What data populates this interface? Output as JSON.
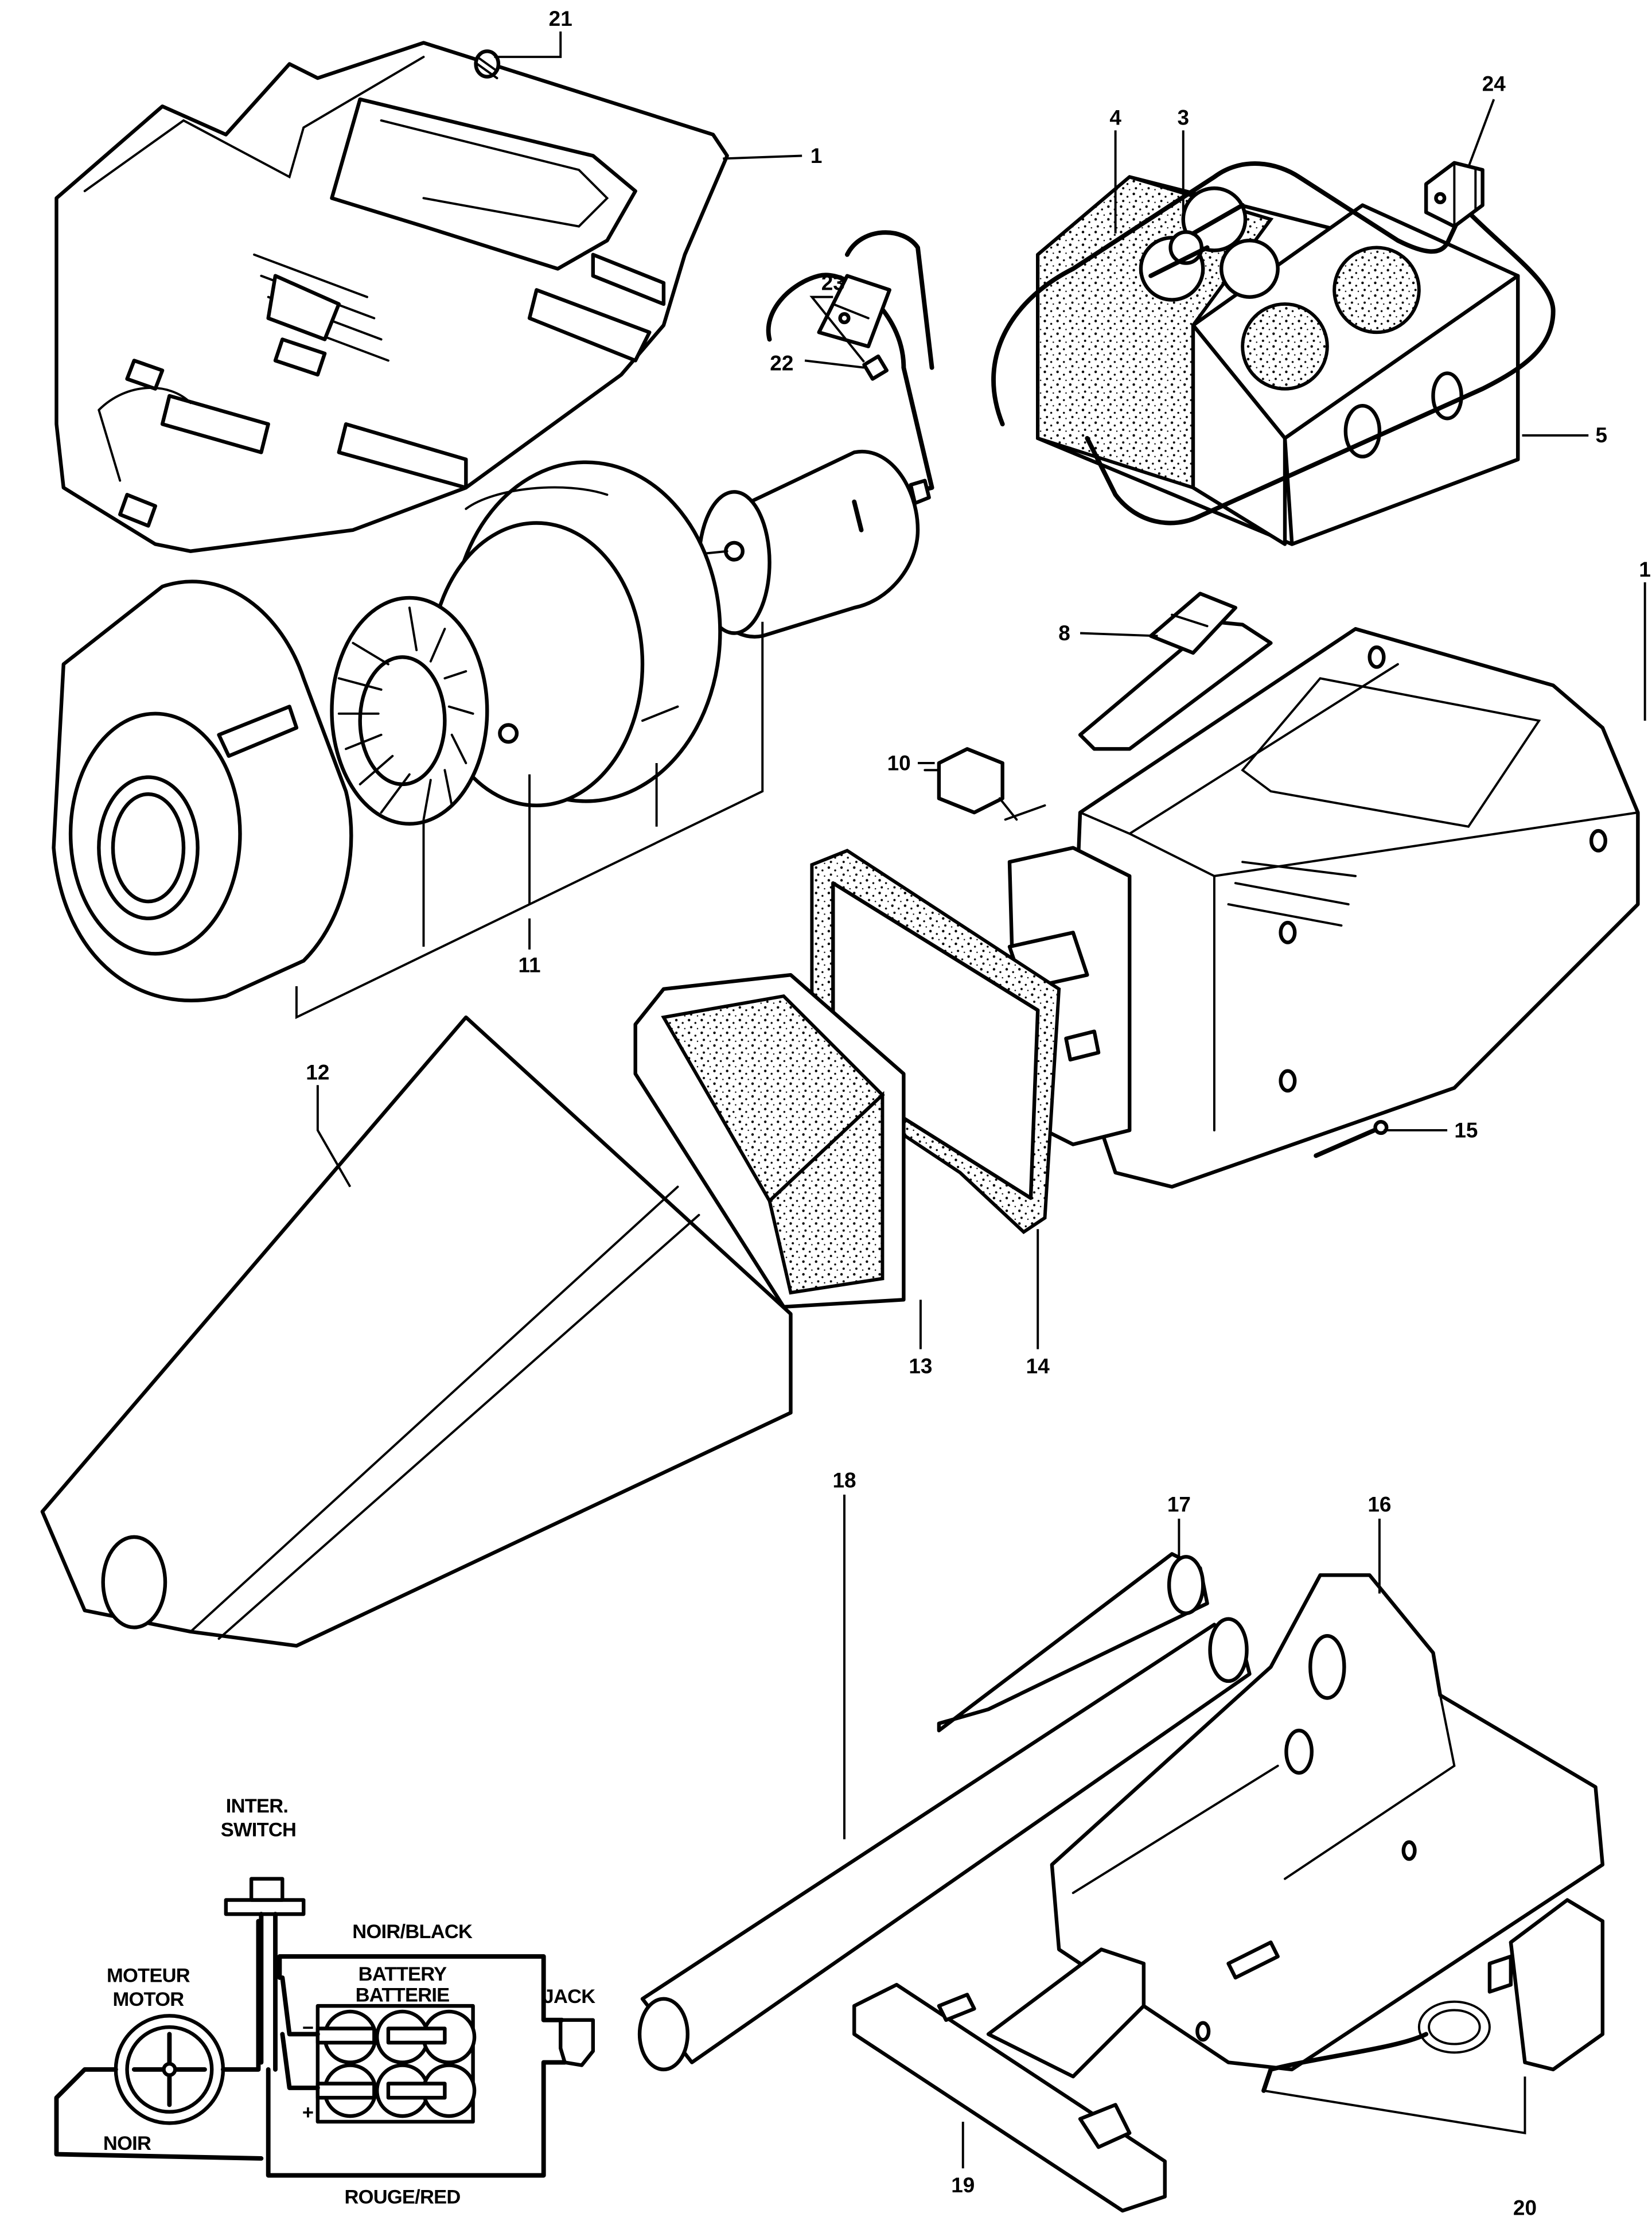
{
  "diagram": {
    "type": "exploded-parts-diagram",
    "subject": "cordless handheld vacuum",
    "colors": {
      "ink": "#000000",
      "paper": "#ffffff"
    }
  },
  "callouts": [
    {
      "id": "1a",
      "number": "1",
      "part": "housing-half-left"
    },
    {
      "id": "1b",
      "number": "1",
      "part": "housing-half-right"
    },
    {
      "id": "3",
      "number": "3",
      "part": "battery-cell"
    },
    {
      "id": "4",
      "number": "4",
      "part": "battery-pack"
    },
    {
      "id": "5",
      "number": "5",
      "part": "battery-cover-box"
    },
    {
      "id": "8",
      "number": "8",
      "part": "switch-button"
    },
    {
      "id": "10",
      "number": "10",
      "part": "switch"
    },
    {
      "id": "11",
      "number": "11",
      "part": "motor-fan-assembly"
    },
    {
      "id": "12",
      "number": "12",
      "part": "dust-bowl"
    },
    {
      "id": "13",
      "number": "13",
      "part": "filter"
    },
    {
      "id": "14",
      "number": "14",
      "part": "filter-gasket"
    },
    {
      "id": "15",
      "number": "15",
      "part": "screw"
    },
    {
      "id": "16",
      "number": "16",
      "part": "wall-bracket"
    },
    {
      "id": "17",
      "number": "17",
      "part": "crevice-tool"
    },
    {
      "id": "18",
      "number": "18",
      "part": "extension-tube"
    },
    {
      "id": "19",
      "number": "19",
      "part": "floor-nozzle"
    },
    {
      "id": "20",
      "number": "20",
      "part": "charger"
    },
    {
      "id": "21",
      "number": "21",
      "part": "spring"
    },
    {
      "id": "22",
      "number": "22",
      "part": "screw-small"
    },
    {
      "id": "23",
      "number": "23",
      "part": "terminal"
    },
    {
      "id": "24",
      "number": "24",
      "part": "jack-socket"
    }
  ],
  "wiring": {
    "switch_label_fr": "INTER.",
    "switch_label_en": "SWITCH",
    "motor_label_fr": "MOTEUR",
    "motor_label_en": "MOTOR",
    "battery_label_en": "BATTERY",
    "battery_label_fr": "BATTERIE",
    "jack_label": "JACK",
    "wire_black_top": "NOIR/BLACK",
    "wire_black_bottom": "NOIR",
    "wire_red": "ROUGE/RED",
    "minus_sign": "−",
    "plus_sign": "+"
  }
}
